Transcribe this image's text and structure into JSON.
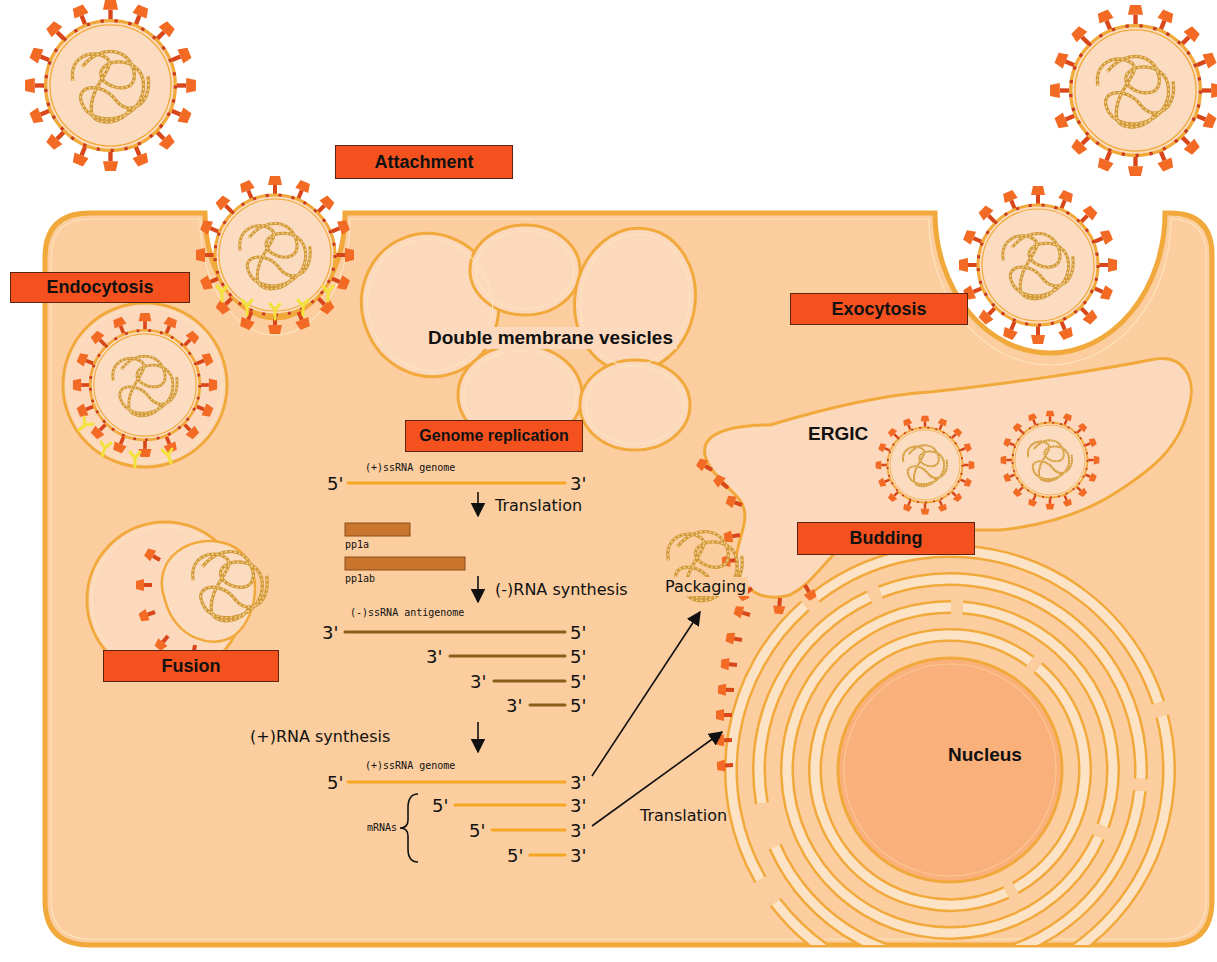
{
  "diagram": {
    "nodes": [
      {
        "text": [
          "Attachment"
        ]
      },
      {
        "text": [
          "Endocytosis"
        ]
      },
      {
        "text": [
          "Double membrane vesicles"
        ]
      },
      {
        "text": [
          "Genome replication"
        ]
      },
      {
        "text": [
          "Exocytosis"
        ]
      },
      {
        "text": [
          "ERGIC"
        ]
      },
      {
        "text": [
          "Budding"
        ]
      },
      {
        "text": [
          "Fusion"
        ]
      },
      {
        "text": [
          "Nucleus"
        ]
      }
    ],
    "labels": [
      "5'",
      "(+)ssRNA genome",
      "3'",
      "Translation",
      "pp1a",
      "pp1ab",
      "(-)RNA synthesis",
      "3'",
      "(-)ssRNA antigenome",
      "5'",
      "3'",
      "5'",
      "3'",
      "5'",
      "3'",
      "5'",
      "(+)RNA synthesis",
      "5'",
      "(+)ssRNA genome",
      "3'",
      "mRNAs",
      "5'",
      "3'",
      "5'",
      "3'",
      "5'",
      "3'",
      "Packaging",
      "Translation"
    ]
  }
}
